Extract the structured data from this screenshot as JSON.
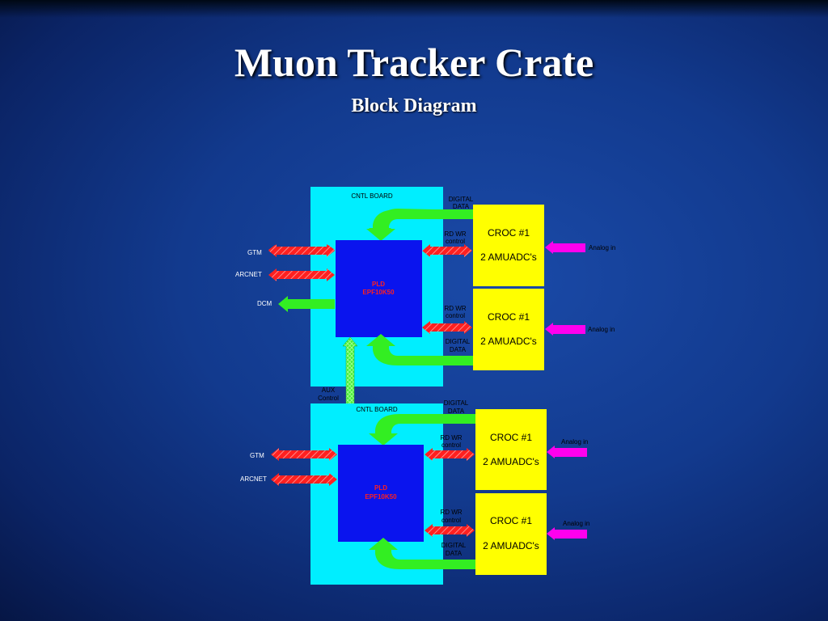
{
  "slide": {
    "title": "Muon Tracker Crate",
    "subtitle": "Block Diagram"
  },
  "colors": {
    "board": "#00eeff",
    "pld": "#0a14ee",
    "croc": "#ffff00",
    "green_bus": "#33ee22",
    "red_bus": "#ff2020",
    "analog": "#ff00ee"
  },
  "diagram": {
    "top": {
      "board_label": "CNTL BOARD",
      "pld_name": "PLD",
      "pld_part": "EPF10K50",
      "gtm": "GTM",
      "arcnet": "ARCNET",
      "dcm": "DCM",
      "digital_data_1a": "DIGITAL",
      "digital_data_1b": "DATA",
      "rdwr_1a": "RD WR",
      "rdwr_1b": "control",
      "rdwr_2a": "RD WR",
      "rdwr_2b": "control",
      "digital_data_2a": "DIGITAL",
      "digital_data_2b": "DATA",
      "croc1_name": "CROC #1",
      "croc1_sub": "2 AMUADC's",
      "croc2_name": "CROC #1",
      "croc2_sub": "2 AMUADC's",
      "analog1": "Analog in",
      "analog2": "Analog in"
    },
    "aux_a": "AUX",
    "aux_b": "Control",
    "bottom": {
      "board_label": "CNTL BOARD",
      "pld_name": "PLD",
      "pld_part": "EPF10K50",
      "gtm": "GTM",
      "arcnet": "ARCNET",
      "digital_data_1a": "DIGITAL",
      "digital_data_1b": "DATA",
      "rdwr_1a": "RD WR",
      "rdwr_1b": "control",
      "rdwr_2a": "RD WR",
      "rdwr_2b": "control",
      "digital_data_2a": "DIGITAL",
      "digital_data_2b": "DATA",
      "croc1_name": "CROC #1",
      "croc1_sub": "2 AMUADC's",
      "croc2_name": "CROC #1",
      "croc2_sub": "2 AMUADC's",
      "analog1": "Analog in",
      "analog2": "Analog in"
    }
  }
}
